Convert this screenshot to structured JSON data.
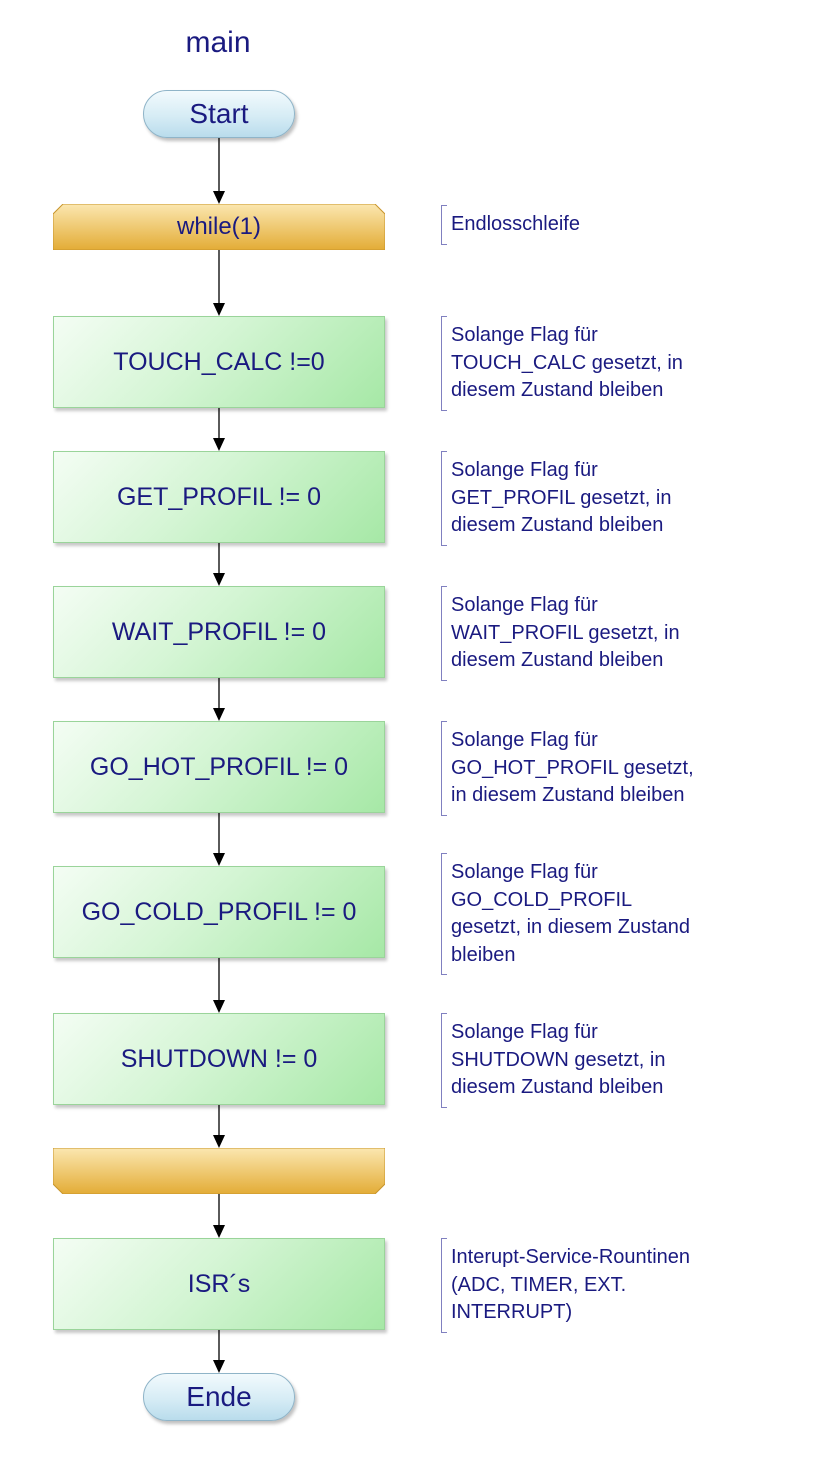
{
  "title": "main",
  "start": "Start",
  "end": "Ende",
  "loop": {
    "label": "while(1)",
    "comment": "Endlosschleife",
    "end_label": ""
  },
  "steps": [
    {
      "label": "TOUCH_CALC !=0",
      "comment": "Solange Flag für\nTOUCH_CALC gesetzt, in\ndiesem Zustand bleiben"
    },
    {
      "label": "GET_PROFIL != 0",
      "comment": "Solange Flag für\nGET_PROFIL gesetzt, in\ndiesem Zustand bleiben"
    },
    {
      "label": "WAIT_PROFIL != 0",
      "comment": "Solange Flag für\nWAIT_PROFIL gesetzt, in\ndiesem Zustand bleiben"
    },
    {
      "label": "GO_HOT_PROFIL != 0",
      "comment": "Solange Flag für\nGO_HOT_PROFIL gesetzt,\nin diesem Zustand bleiben"
    },
    {
      "label": "GO_COLD_PROFIL != 0",
      "comment": "Solange Flag für\nGO_COLD_PROFIL\ngesetzt, in diesem Zustand\nbleiben"
    },
    {
      "label": "SHUTDOWN != 0",
      "comment": "Solange Flag für\nSHUTDOWN gesetzt, in\ndiesem Zustand bleiben"
    }
  ],
  "isr": {
    "label": "ISR´s",
    "comment": "Interupt-Service-Rountinen\n(ADC, TIMER, EXT.\nINTERRUPT)"
  },
  "colors": {
    "text": "#1a1a80",
    "process_fill": "#b3ecb3",
    "loop_fill": "#e8b84a",
    "terminal_fill": "#d6ecf5",
    "connector": "#000000"
  }
}
